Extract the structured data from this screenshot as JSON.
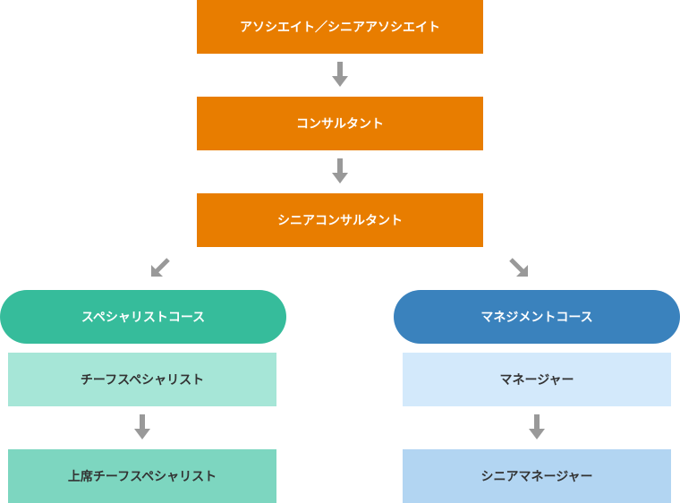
{
  "main_track": [
    {
      "label": "アソシエイト／シニアアソシエイト"
    },
    {
      "label": "コンサルタント"
    },
    {
      "label": "シニアコンサルタント"
    }
  ],
  "specialist_course": {
    "title": "スペシャリストコース",
    "steps": [
      {
        "label": "チーフスペシャリスト"
      },
      {
        "label": "上席チーフスペシャリスト"
      }
    ]
  },
  "management_course": {
    "title": "マネジメントコース",
    "steps": [
      {
        "label": "マネージャー"
      },
      {
        "label": "シニアマネージャー"
      }
    ]
  },
  "colors": {
    "orange": "#e87d00",
    "teal": "#36bc9b",
    "blue": "#3a82bd",
    "teal_light": "#a6e6d7",
    "teal_mid": "#7dd6c0",
    "blue_light": "#d3e9fb",
    "blue_mid": "#b2d5f2",
    "arrow": "#999999"
  }
}
